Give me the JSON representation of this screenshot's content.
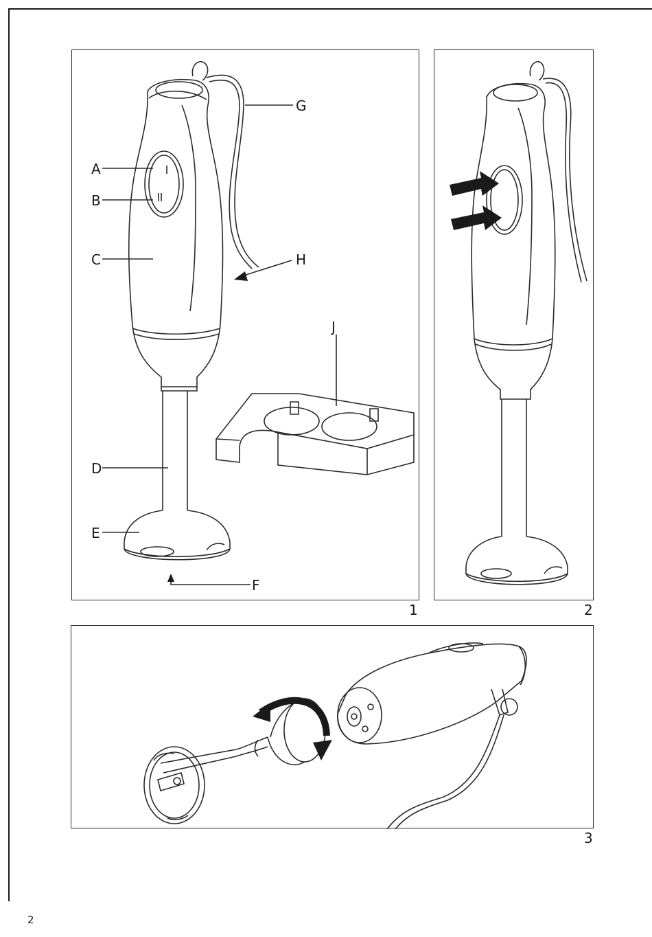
{
  "figures": {
    "fig1": {
      "number": "1",
      "labels": {
        "a": "A",
        "b": "B",
        "c": "C",
        "d": "D",
        "e": "E",
        "f": "F",
        "g": "G",
        "h": "H",
        "j": "J"
      }
    },
    "fig2": {
      "number": "2"
    },
    "fig3": {
      "number": "3"
    }
  },
  "page_number": "2"
}
